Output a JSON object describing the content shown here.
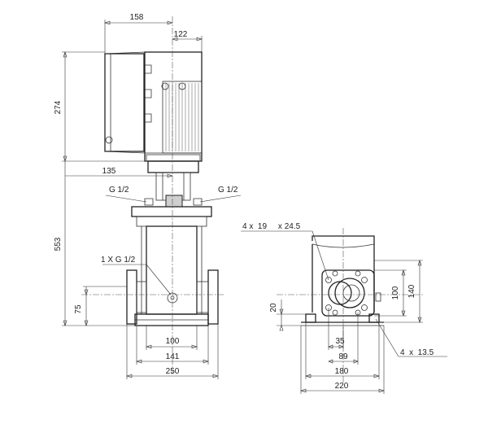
{
  "dimensions": {
    "d158": "158",
    "d122": "122",
    "d274": "274",
    "d135": "135",
    "d553": "553",
    "d75": "75",
    "d100": "100",
    "d141": "141",
    "d250": "250",
    "d35": "35",
    "d89": "89",
    "d180": "180",
    "d220": "220",
    "d100b": "100",
    "d140": "140",
    "d20": "20"
  },
  "callouts": {
    "g12_left": "G 1/2",
    "g12_right": "G 1/2",
    "gauge": "1 X G 1/2",
    "holes_flange": "4 x  19     x 24.5",
    "holes_base": "4  x  13.5"
  }
}
